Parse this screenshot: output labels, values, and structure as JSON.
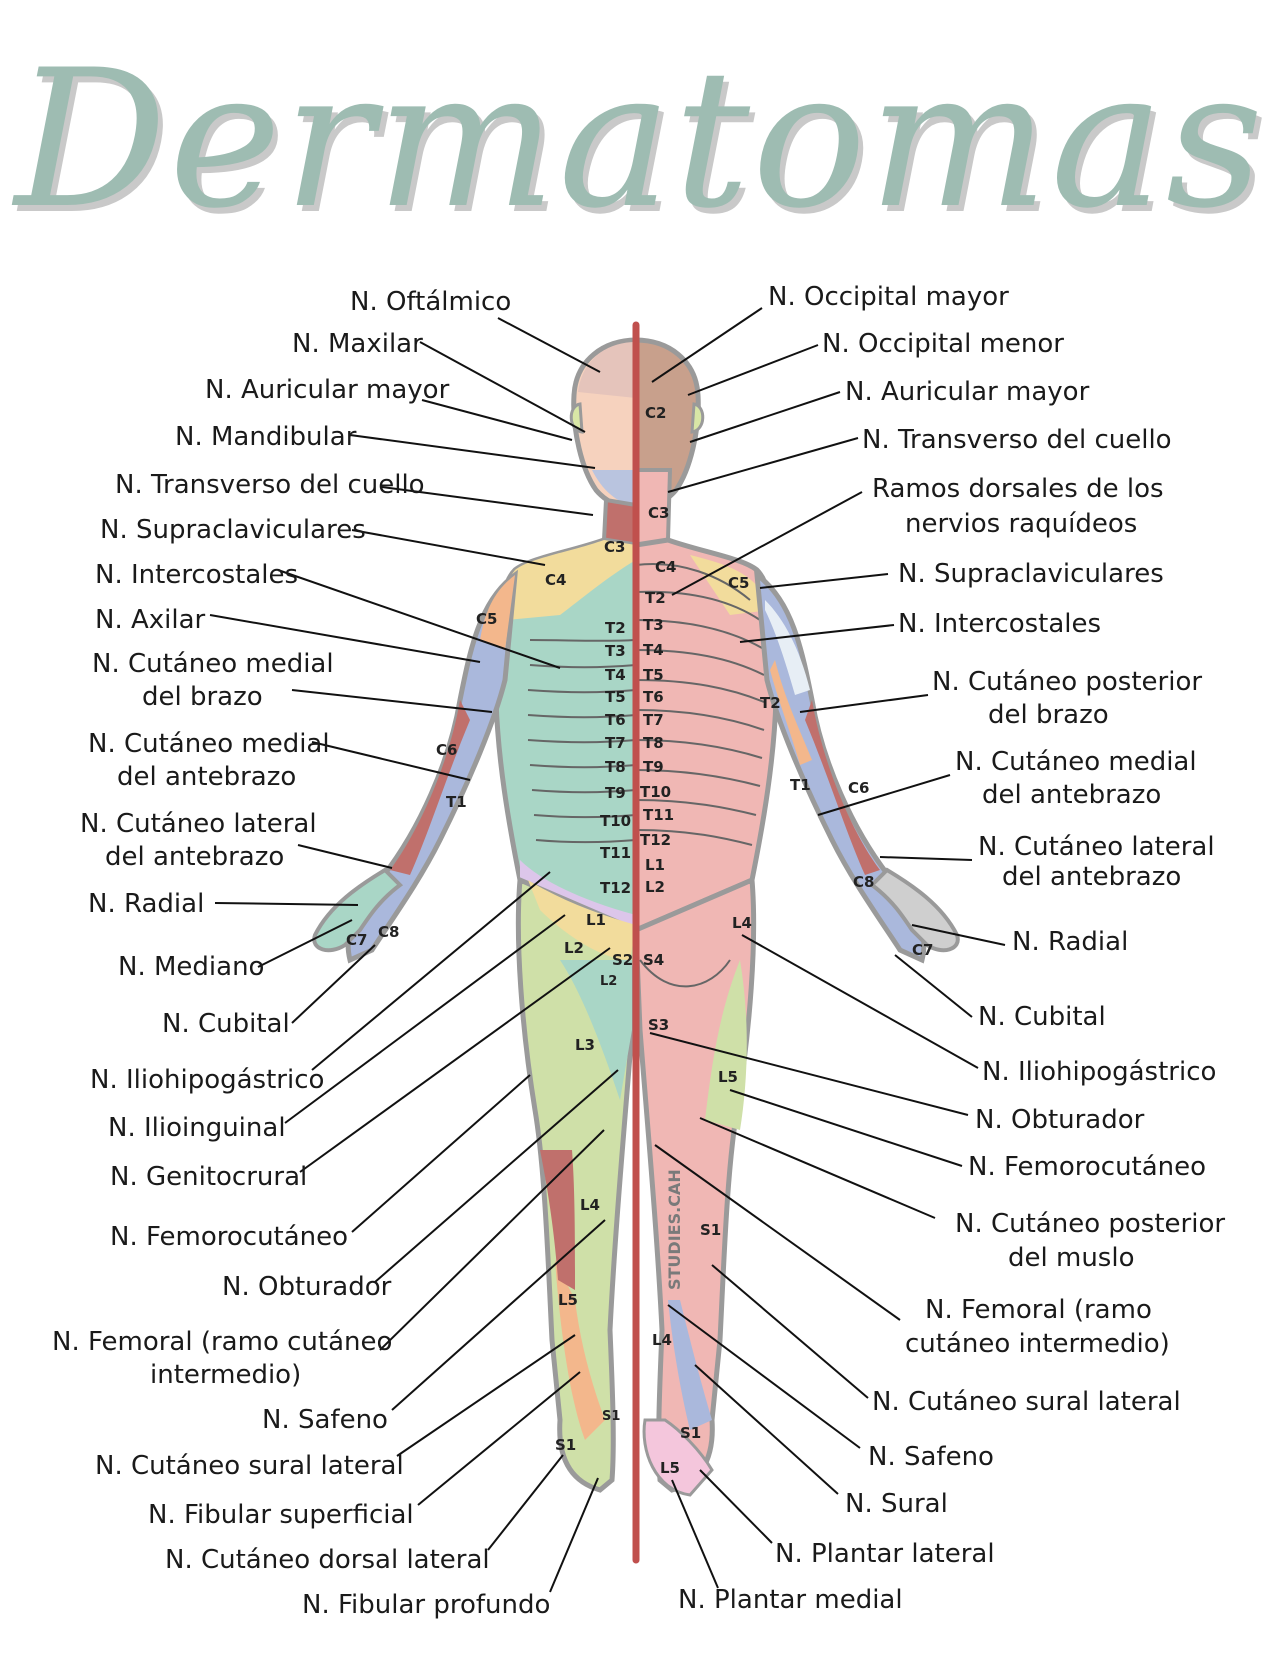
{
  "title": "Dermatomas",
  "watermark": "STUDIES.CAH",
  "colors": {
    "title": "#9ebcb2",
    "midline": "#c0504d",
    "outline": "#9a9a9a",
    "cervical_dark": "#c0706c",
    "teal": "#a9d6c6",
    "pink": "#f0b7b4",
    "yellow": "#f2dc9c",
    "blue": "#aab8dc",
    "orange": "#f3b78c",
    "lilac": "#dcc6ea",
    "green": "#cfe0a8",
    "grey": "#cfcfcf"
  },
  "labels_left": [
    "N. Oftálmico",
    "N. Maxilar",
    "N. Auricular mayor",
    "N. Mandibular",
    "N. Transverso del cuello",
    "N. Supraclaviculares",
    "N. Intercostales",
    "N. Axilar",
    "N. Cutáneo medial",
    "del brazo",
    "N. Cutáneo medial",
    "del antebrazo",
    "N. Cutáneo lateral",
    "del antebrazo",
    "N. Radial",
    "N. Mediano",
    "N. Cubital",
    "N. Iliohipogástrico",
    "N. Ilioinguinal",
    "N. Genitocrural",
    "N. Femorocutáneo",
    "N. Obturador",
    "N. Femoral (ramo cutáneo",
    "intermedio)",
    "N. Safeno",
    "N. Cutáneo sural lateral",
    "N. Fibular superficial",
    "N. Cutáneo dorsal lateral",
    "N. Fibular profundo"
  ],
  "labels_right": [
    "N. Occipital mayor",
    "N. Occipital menor",
    "N. Auricular mayor",
    "N. Transverso del cuello",
    "Ramos dorsales de los",
    "nervios raquídeos",
    "N. Supraclaviculares",
    "N. Intercostales",
    "N. Cutáneo posterior",
    "del brazo",
    "N. Cutáneo medial",
    "del antebrazo",
    "N. Cutáneo lateral",
    "del antebrazo",
    "N. Radial",
    "N. Cubital",
    "N. Iliohipogástrico",
    "N. Obturador",
    "N. Femorocutáneo",
    "N. Cutáneo posterior",
    "del muslo",
    "N. Femoral (ramo",
    "cutáneo intermedio)",
    "N. Cutáneo sural lateral",
    "N. Safeno",
    "N. Sural",
    "N. Plantar lateral",
    "N. Plantar medial"
  ],
  "segments_anterior": [
    "C3",
    "C4",
    "C5",
    "C6",
    "T1",
    "C7",
    "C8",
    "T2",
    "T3",
    "T4",
    "T5",
    "T6",
    "T7",
    "T8",
    "T9",
    "T10",
    "T11",
    "T12",
    "L1",
    "L2",
    "S2",
    "L2",
    "L3",
    "L4",
    "L5",
    "S1",
    "S1"
  ],
  "segments_posterior": [
    "C2",
    "C3",
    "C4",
    "T2",
    "C5",
    "T3",
    "T4",
    "T5",
    "T6",
    "T7",
    "T8",
    "T9",
    "T10",
    "T11",
    "T12",
    "L1",
    "L2",
    "T2",
    "T1",
    "C6",
    "C8",
    "C7",
    "L4",
    "S4",
    "S3",
    "L5",
    "S1",
    "L4",
    "S1",
    "L5"
  ]
}
